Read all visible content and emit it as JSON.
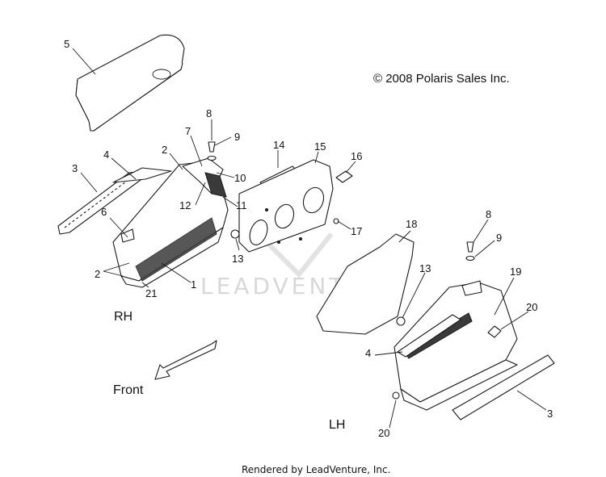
{
  "copyright": "© 2008 Polaris Sales Inc.",
  "footer": "Rendered by LeadVenture, Inc.",
  "watermark": "LEADVENTURE",
  "labels": {
    "rh": "RH",
    "lh": "LH",
    "front": "Front"
  },
  "callouts": [
    {
      "id": "c5",
      "text": "5"
    },
    {
      "id": "c8a",
      "text": "8"
    },
    {
      "id": "c9a",
      "text": "9"
    },
    {
      "id": "c7",
      "text": "7"
    },
    {
      "id": "c2a",
      "text": "2"
    },
    {
      "id": "c4a",
      "text": "4"
    },
    {
      "id": "c3a",
      "text": "3"
    },
    {
      "id": "c10",
      "text": "10"
    },
    {
      "id": "c12",
      "text": "12"
    },
    {
      "id": "c11",
      "text": "11"
    },
    {
      "id": "c6",
      "text": "6"
    },
    {
      "id": "c14",
      "text": "14"
    },
    {
      "id": "c15",
      "text": "15"
    },
    {
      "id": "c16",
      "text": "16"
    },
    {
      "id": "c17",
      "text": "17"
    },
    {
      "id": "c13a",
      "text": "13"
    },
    {
      "id": "c2b",
      "text": "2"
    },
    {
      "id": "c21",
      "text": "21"
    },
    {
      "id": "c1",
      "text": "1"
    },
    {
      "id": "c18",
      "text": "18"
    },
    {
      "id": "c8b",
      "text": "8"
    },
    {
      "id": "c9b",
      "text": "9"
    },
    {
      "id": "c13b",
      "text": "13"
    },
    {
      "id": "c19",
      "text": "19"
    },
    {
      "id": "c20a",
      "text": "20"
    },
    {
      "id": "c4b",
      "text": "4"
    },
    {
      "id": "c3b",
      "text": "3"
    },
    {
      "id": "c20b",
      "text": "20"
    }
  ]
}
